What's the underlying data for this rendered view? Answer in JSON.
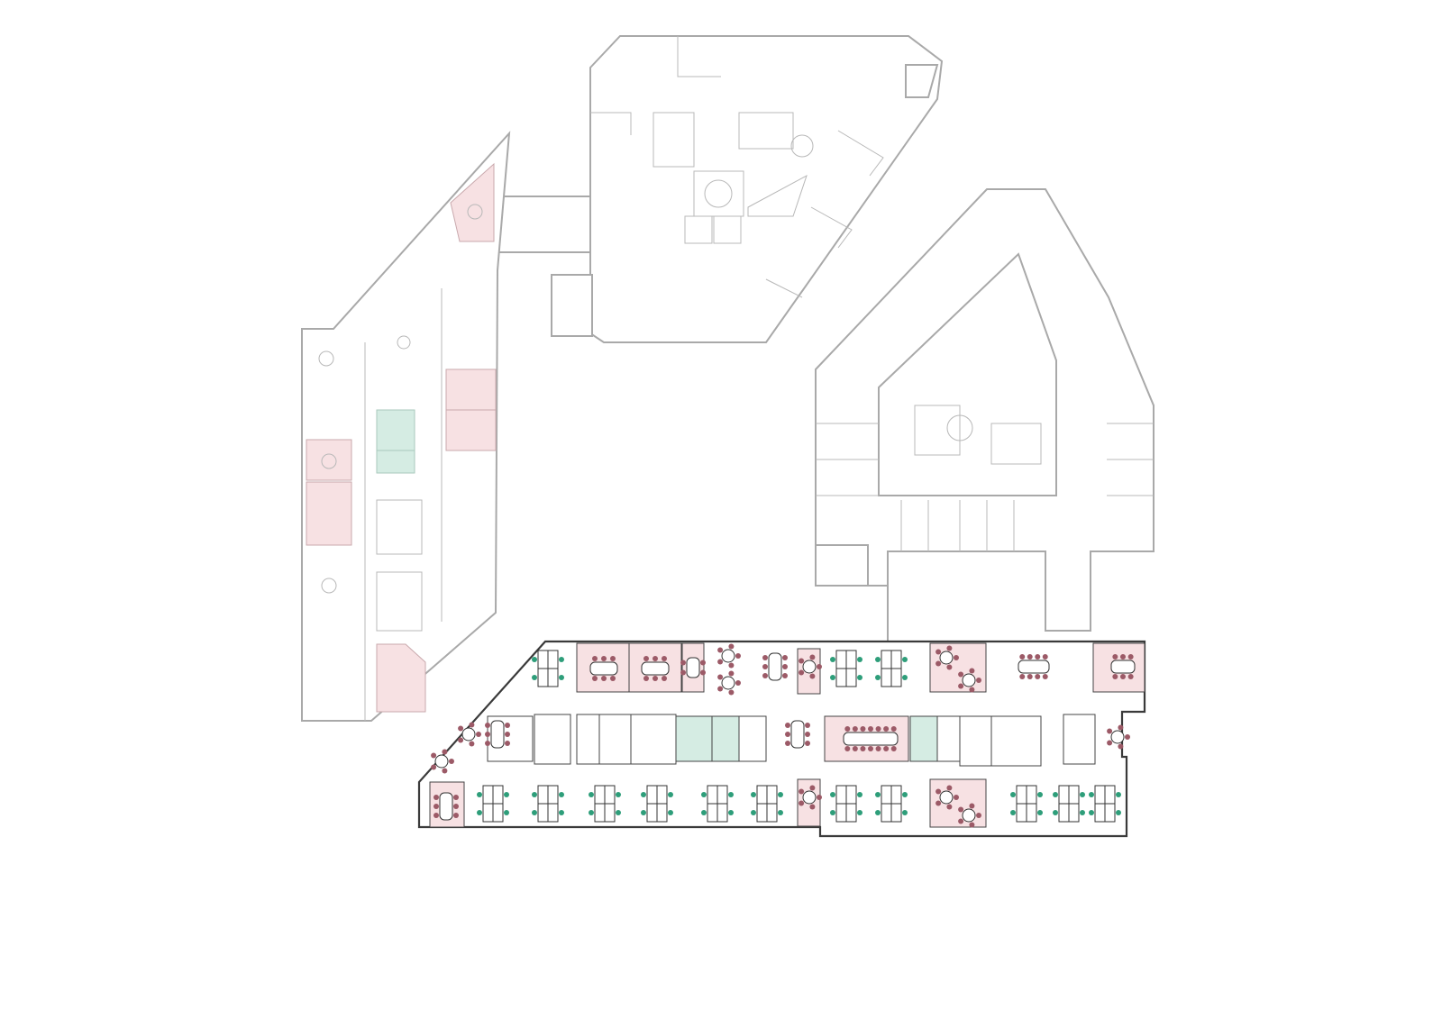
{
  "colors": {
    "meeting_room": "#f7e1e3",
    "wc_room": "#d5ece3",
    "active_wall": "#3a3a3a",
    "inactive_wall": "#a9a9a9",
    "chair_green": "#2e9e7a",
    "chair_red": "#9c5a67"
  },
  "floors": [
    {
      "id": "north-building",
      "state": "inactive"
    },
    {
      "id": "west-building",
      "state": "inactive"
    },
    {
      "id": "east-building",
      "state": "inactive"
    },
    {
      "id": "south-building",
      "state": "active"
    }
  ]
}
